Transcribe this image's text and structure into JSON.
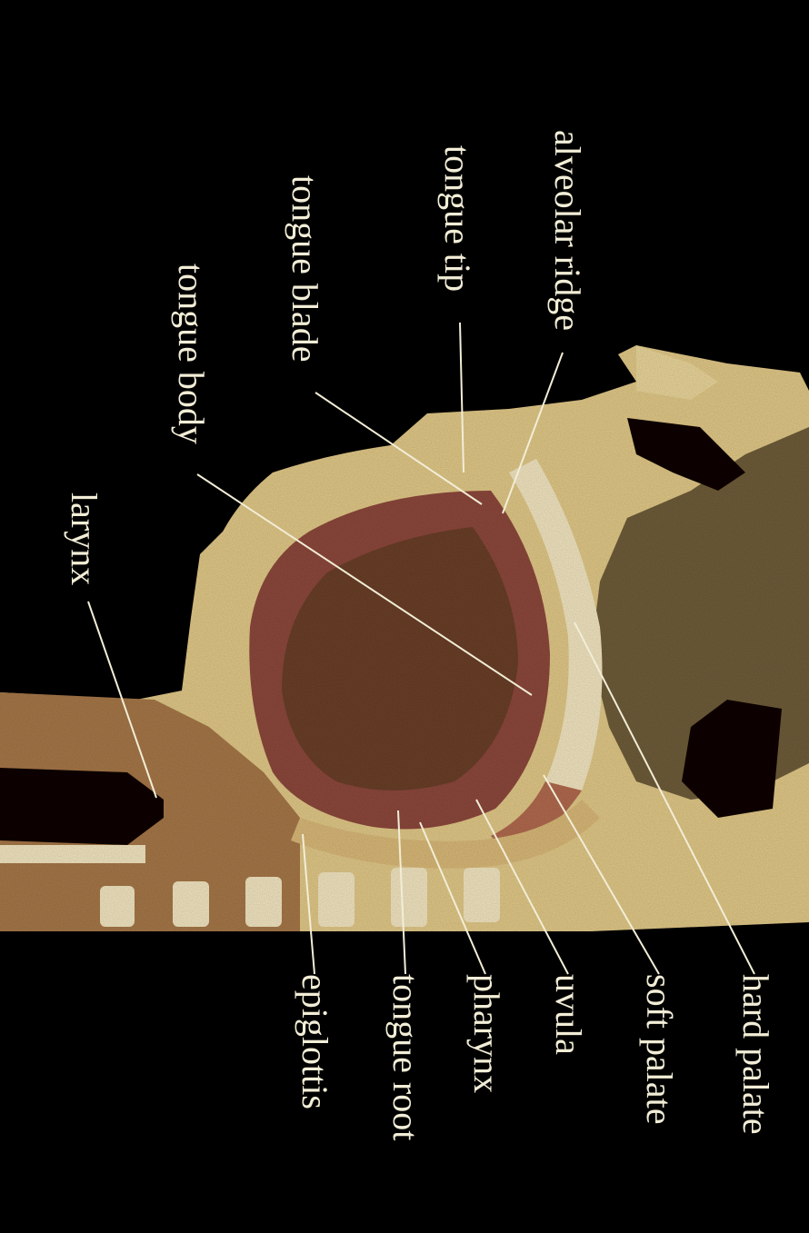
{
  "labels": {
    "alveolar_ridge": "alveolar ridge",
    "tongue_tip": "tongue tip",
    "tongue_blade": "tongue blade",
    "tongue_body": "tongue body",
    "larynx": "larynx",
    "hard_palate": "hard palate",
    "soft_palate": "soft palate",
    "uvula": "uvula",
    "pharynx": "pharynx",
    "tongue_root": "tongue root",
    "epiglottis": "epiglottis"
  },
  "colors": {
    "background": "#000000",
    "label_text": "#f2edd6",
    "leader_line": "#f2edd6",
    "tissue_light": "#e0c787",
    "tissue_mid": "#a5774a",
    "tissue_dark": "#6b3f2a",
    "tongue_red": "#8c4a3c",
    "bone_cream": "#f1e4c0",
    "brain_olive": "#6e5d3b"
  },
  "image": {
    "subject": "mid-sagittal-section-head-and-neck",
    "orientation": "rotated-90"
  }
}
